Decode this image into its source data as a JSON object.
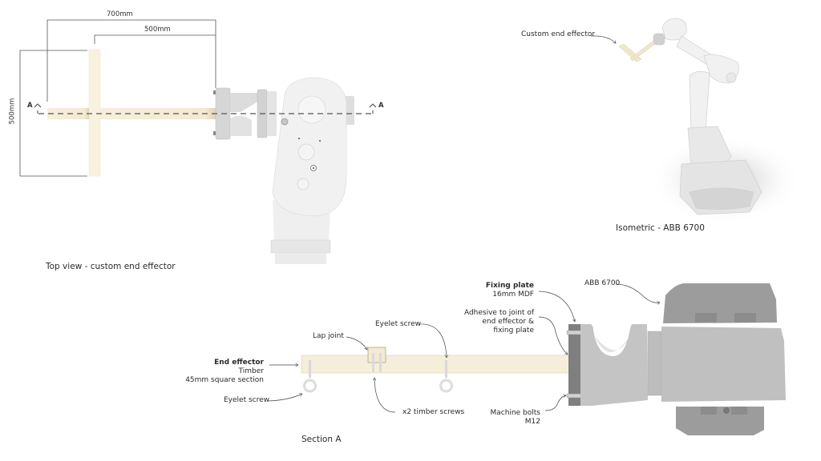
{
  "colors": {
    "timber": "#f6eedb",
    "timber_edge": "#e2d6b8",
    "robot_light": "#ececec",
    "robot_mid": "#c4c4c4",
    "robot_dark": "#9a9a9a",
    "mdf": "#7d7d7d",
    "line": "#444444"
  },
  "top_view": {
    "caption": "Top view - custom end effector",
    "dimensions": {
      "overall_length": "700mm",
      "arm_length": "500mm",
      "cross_width": "500mm"
    },
    "section_marker_left": "A",
    "section_marker_right": "A"
  },
  "isometric": {
    "caption": "Isometric - ABB 6700",
    "callout": "Custom end effector"
  },
  "section": {
    "caption": "Section A",
    "callouts": {
      "end_effector_title": "End effector",
      "end_effector_material": "Timber",
      "end_effector_size": "45mm square section",
      "eyelet_screw_left": "Eyelet screw",
      "lap_joint": "Lap joint",
      "eyelet_screw_top": "Eyelet screw",
      "timber_screws": "x2 timber screws",
      "fixing_plate_title": "Fixing plate",
      "fixing_plate_material": "16mm MDF",
      "adhesive_line1": "Adhesive to joint of",
      "adhesive_line2": "end effector &",
      "adhesive_line3": "fixing plate",
      "machine_bolts": "Machine bolts",
      "machine_bolts_size": "M12",
      "robot": "ABB 6700"
    }
  }
}
